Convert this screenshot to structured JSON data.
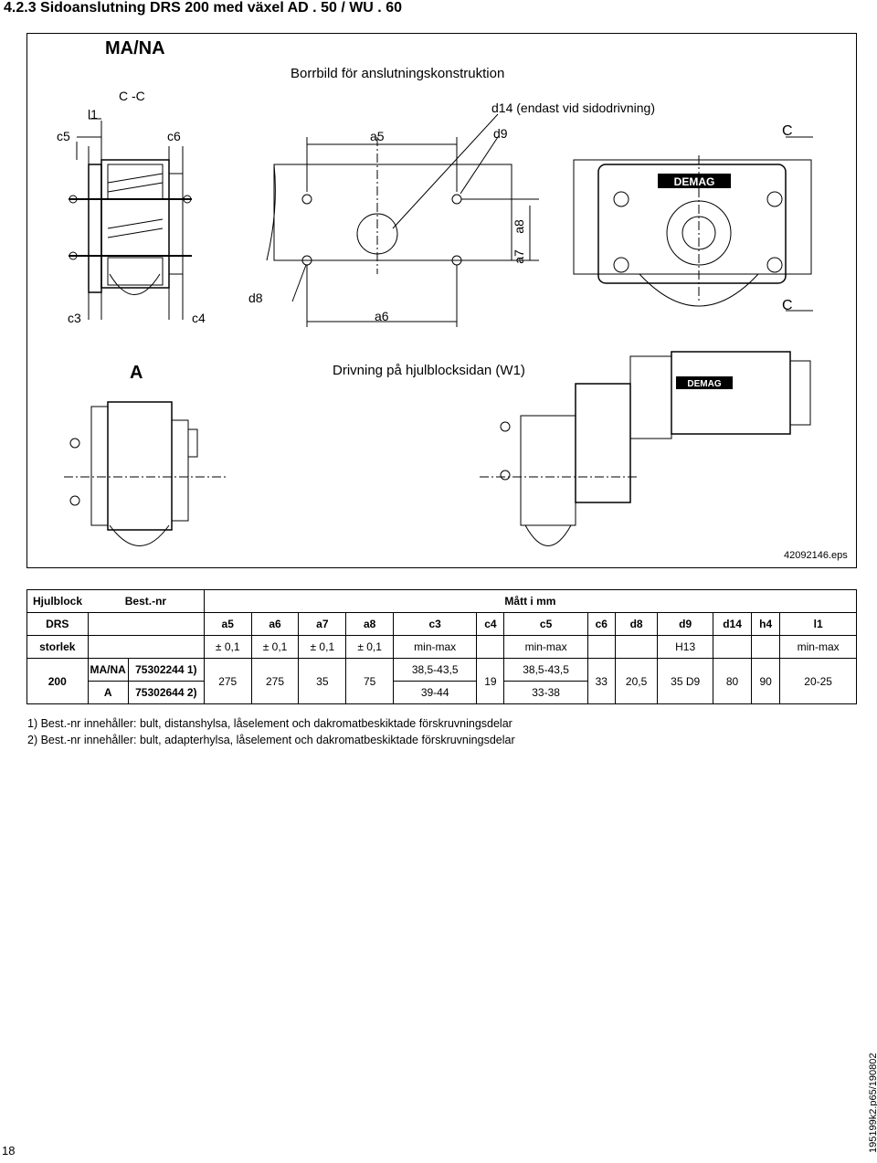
{
  "header": {
    "title": "4.2.3   Sidoanslutning DRS 200 med växel AD . 50 / WU . 60"
  },
  "figure": {
    "label_mana": "MA/NA",
    "label_cc": "C -C",
    "label_l1": "l1",
    "label_c5": "c5",
    "label_c6": "c6",
    "label_c3": "c3",
    "label_c4": "c4",
    "bore_title": "Borrbild för anslutningskonstruktion",
    "label_d14": "d14  (endast vid sidodrivning)",
    "label_d9": "d9",
    "label_a5": "a5",
    "label_a6": "a6",
    "label_a7": "a7",
    "label_a8": "a8",
    "label_d8": "d8",
    "label_C_top": "C",
    "label_C_bottom": "C",
    "label_A": "A",
    "drive_title": "Drivning på hjulblocksidan (W1)",
    "brand": "DEMAG",
    "file_id": "42092146.eps"
  },
  "table": {
    "row1": {
      "hjulblock": "Hjulblock",
      "bestnr": "Best.-nr",
      "matt": "Mått i mm"
    },
    "row2": {
      "drs": "DRS",
      "cols": [
        "a5",
        "a6",
        "a7",
        "a8",
        "c3",
        "c4",
        "c5",
        "c6",
        "d8",
        "d9",
        "d14",
        "h4",
        "l1"
      ]
    },
    "row3": {
      "storlek": "storlek",
      "cols": [
        "± 0,1",
        "± 0,1",
        "± 0,1",
        "± 0,1",
        "min-max",
        "",
        "min-max",
        "",
        "",
        "H13",
        "",
        "",
        "min-max"
      ]
    },
    "data": {
      "size": "200",
      "mana_label": "MA/NA",
      "mana_nr": "75302244 1)",
      "a_label": "A",
      "a_nr": "75302644 2)",
      "a5": "275",
      "a6": "275",
      "a7": "35",
      "a8": "75",
      "c3_mana": "38,5-43,5",
      "c3_a": "39-44",
      "c4": "19",
      "c5_mana": "38,5-43,5",
      "c5_a": "33-38",
      "c6": "33",
      "d8": "20,5",
      "d9": "35 D9",
      "d14": "80",
      "h4": "90",
      "l1": "20-25"
    }
  },
  "notes": [
    "1)  Best.-nr innehåller: bult, distanshylsa, låselement och dakromatbeskiktade förskruvningsdelar",
    "2)  Best.-nr innehåller: bult, adapterhylsa, låselement och dakromatbeskiktade förskruvningsdelar"
  ],
  "footer": {
    "page": "18",
    "doc_ref": "195199k2.p65/190802"
  }
}
